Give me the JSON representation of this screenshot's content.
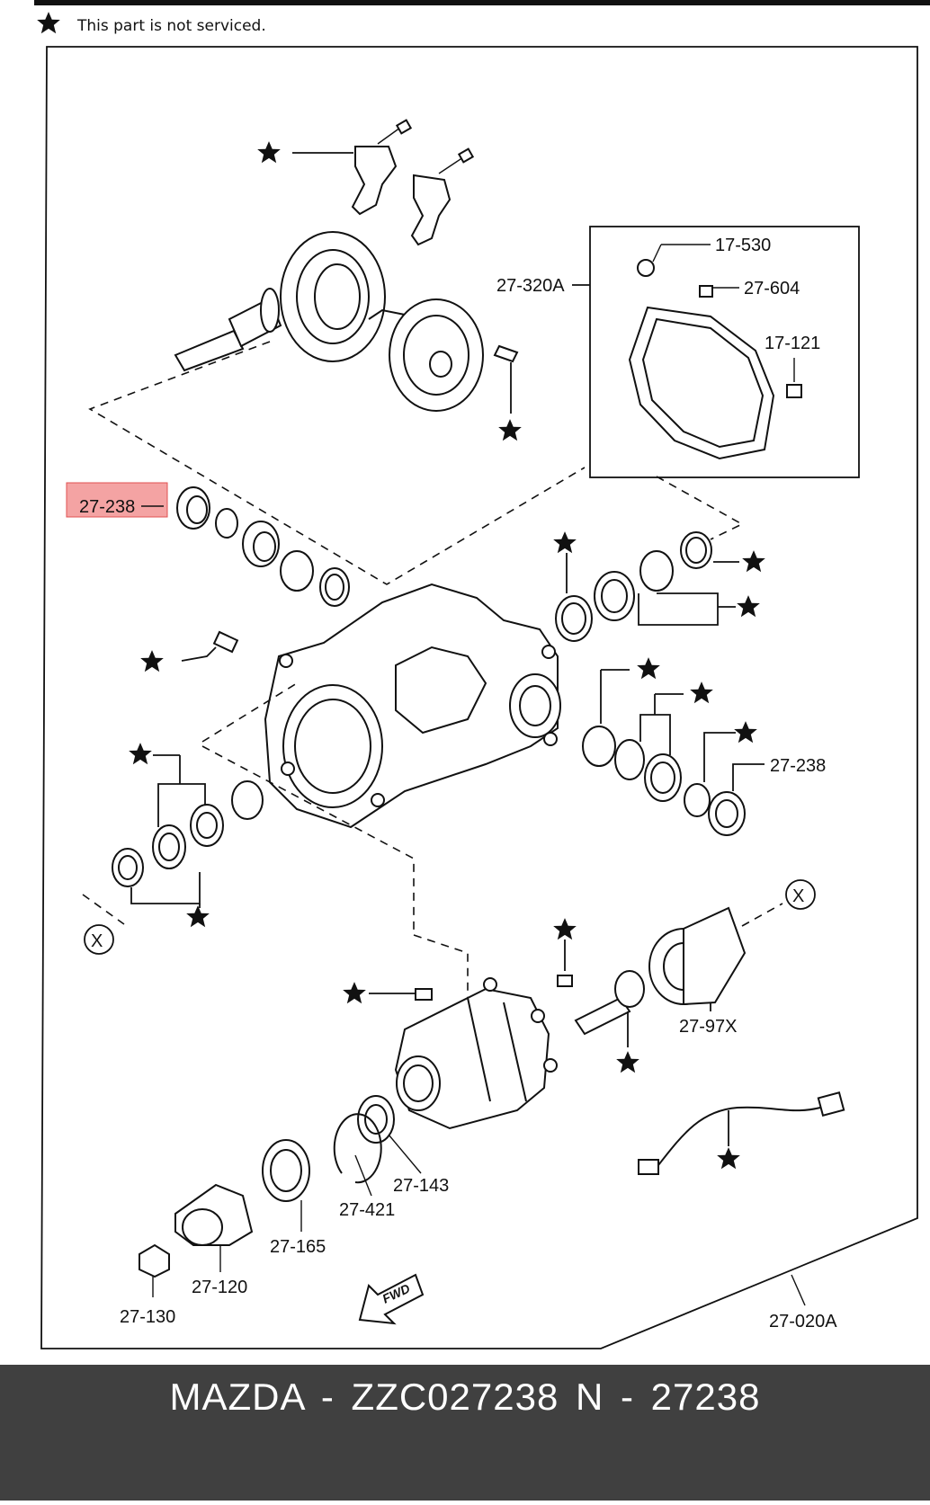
{
  "legend": {
    "symbol": "★",
    "text": "This part is not serviced."
  },
  "colors": {
    "highlight_fill": "#f4a3a3",
    "highlight_stroke": "#e05050",
    "footer_bg": "#404040"
  },
  "labels": {
    "l_27_320A": "27-320A",
    "l_17_530": "17-530",
    "l_27_604": "27-604",
    "l_17_121": "17-121",
    "l_27_238_highlight": "27-238",
    "l_27_238": "27-238",
    "l_27_97X": "27-97X",
    "l_27_143": "27-143",
    "l_27_421": "27-421",
    "l_27_165": "27-165",
    "l_27_120": "27-120",
    "l_27_130": "27-130",
    "l_27_020A": "27-020A"
  },
  "callouts": {
    "x_left": "X",
    "x_right": "X"
  },
  "fwd": "FWD",
  "footer": {
    "text": "MAZDA - ZZC027238   N - 27238"
  }
}
